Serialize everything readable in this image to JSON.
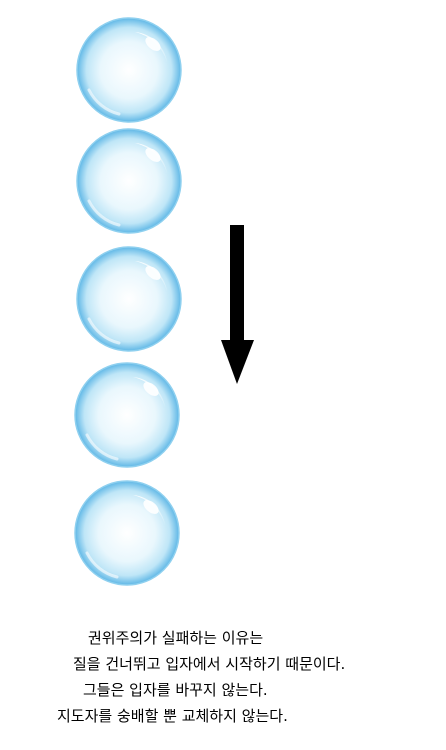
{
  "illustration": {
    "bubble_count": 5,
    "arrow_direction": "down",
    "colors": {
      "bubble_fill": "#bfe6f7",
      "bubble_edge": "#5fb7e6",
      "arrow": "#000000"
    }
  },
  "caption": {
    "lines": [
      "권위주의가 실패하는 이유는",
      "질을 건너뛰고 입자에서 시작하기 때문이다.",
      "그들은 입자를 바꾸지 않는다.",
      "지도자를 숭배할 뿐 교체하지 않는다."
    ]
  }
}
